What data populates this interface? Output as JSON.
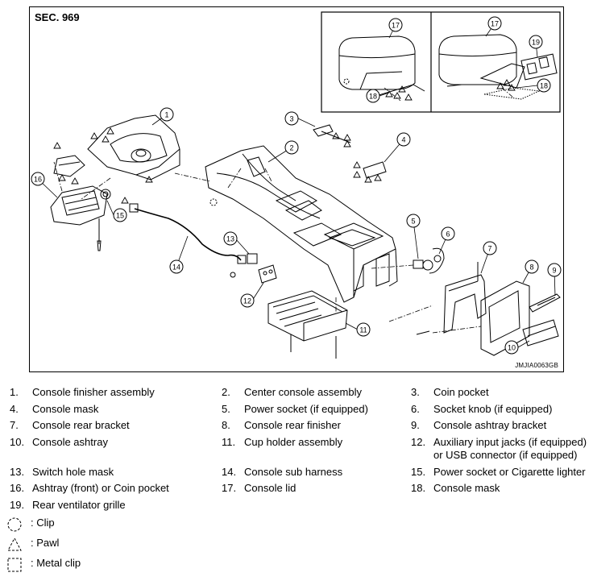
{
  "figure": {
    "section_label": "SEC. 969",
    "figure_code": "JMJIA0063GB",
    "callouts": [
      "1",
      "2",
      "3",
      "4",
      "5",
      "6",
      "7",
      "8",
      "9",
      "10",
      "11",
      "12",
      "13",
      "14",
      "15",
      "16",
      "17",
      "18",
      "19"
    ]
  },
  "parts": [
    {
      "num": "1.",
      "name": "Console finisher assembly"
    },
    {
      "num": "2.",
      "name": "Center console assembly"
    },
    {
      "num": "3.",
      "name": "Coin pocket"
    },
    {
      "num": "4.",
      "name": "Console mask"
    },
    {
      "num": "5.",
      "name": "Power socket (if equipped)"
    },
    {
      "num": "6.",
      "name": "Socket knob (if equipped)"
    },
    {
      "num": "7.",
      "name": "Console rear bracket"
    },
    {
      "num": "8.",
      "name": "Console rear finisher"
    },
    {
      "num": "9.",
      "name": "Console ashtray bracket"
    },
    {
      "num": "10.",
      "name": "Console ashtray"
    },
    {
      "num": "11.",
      "name": "Cup holder assembly"
    },
    {
      "num": "12.",
      "name": "Auxiliary input jacks (if equipped)",
      "name2": "or USB connector (if equipped)"
    },
    {
      "num": "13.",
      "name": "Switch hole mask"
    },
    {
      "num": "14.",
      "name": "Console sub harness"
    },
    {
      "num": "15.",
      "name": "Power socket or Cigarette lighter"
    },
    {
      "num": "16.",
      "name": "Ashtray (front) or Coin pocket"
    },
    {
      "num": "17.",
      "name": "Console lid"
    },
    {
      "num": "18.",
      "name": "Console mask"
    },
    {
      "num": "19.",
      "name": "Rear ventilator grille"
    }
  ],
  "symbols": [
    {
      "icon": "clip-icon",
      "label": ": Clip"
    },
    {
      "icon": "pawl-icon",
      "label": ": Pawl"
    },
    {
      "icon": "metal-clip-icon",
      "label": ": Metal clip"
    }
  ]
}
